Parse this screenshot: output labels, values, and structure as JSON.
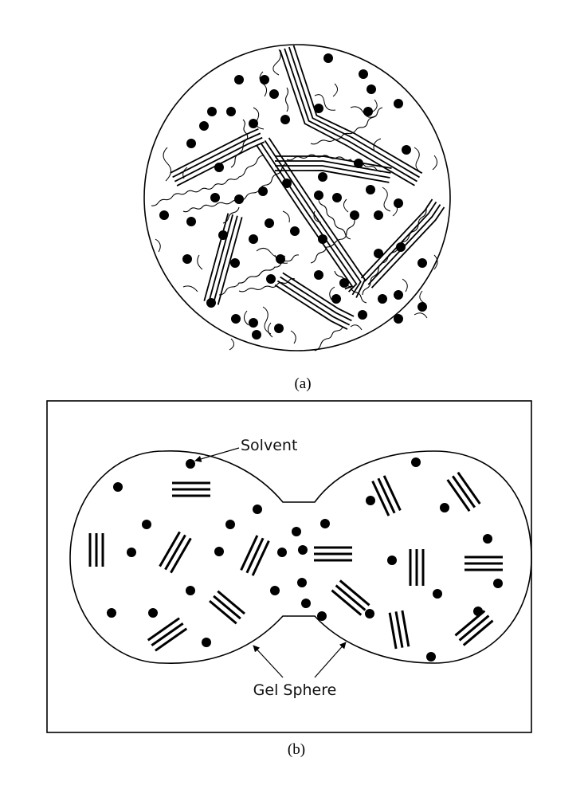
{
  "panel_a": {
    "caption": "(a)"
  },
  "panel_b": {
    "caption": "(b)",
    "solvent_label": "Solvent",
    "gel_sphere_label": "Gel Sphere"
  },
  "colors": {
    "ink": "#000000",
    "background": "#ffffff"
  }
}
